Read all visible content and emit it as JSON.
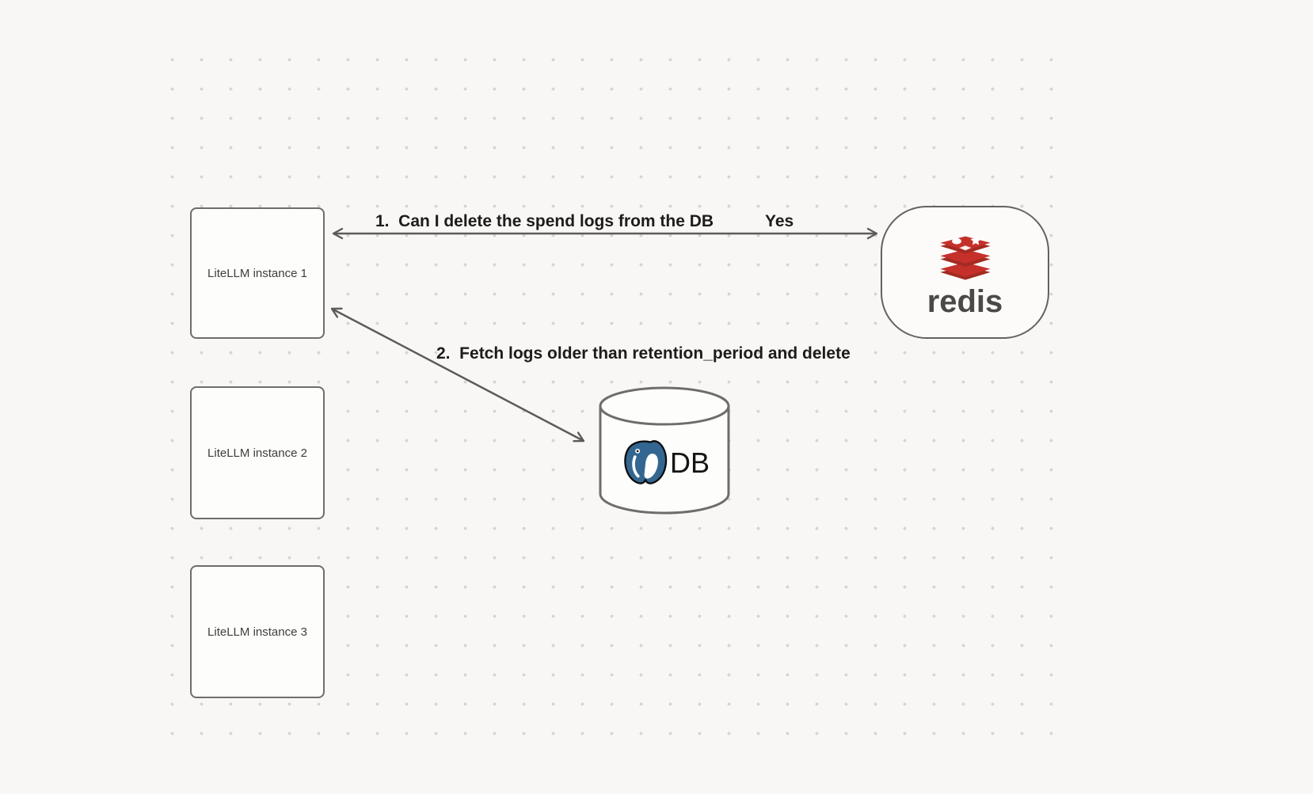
{
  "canvas": {
    "background_color": "#f8f7f5",
    "dot_grid_color": "#d8d4ce"
  },
  "nodes": {
    "litellm_instances": [
      {
        "label": "LiteLLM instance 1"
      },
      {
        "label": "LiteLLM instance 2"
      },
      {
        "label": "LiteLLM instance 3"
      }
    ],
    "redis": {
      "label": "redis",
      "icon": "redis-logo",
      "logo_color": "#c6302b",
      "logo_shadow_color": "#a32b22",
      "text_color": "#4a4948"
    },
    "database": {
      "label": "DB",
      "icon": "postgresql-logo",
      "logo_color": "#336791"
    }
  },
  "arrows": [
    {
      "label": "1.  Can I delete the spend logs from the DB",
      "response": "Yes",
      "style": "double-headed",
      "color": "#5c5b59"
    },
    {
      "label": "2.  Fetch logs older than retention_period and delete",
      "style": "double-headed",
      "color": "#5c5b59"
    }
  ]
}
